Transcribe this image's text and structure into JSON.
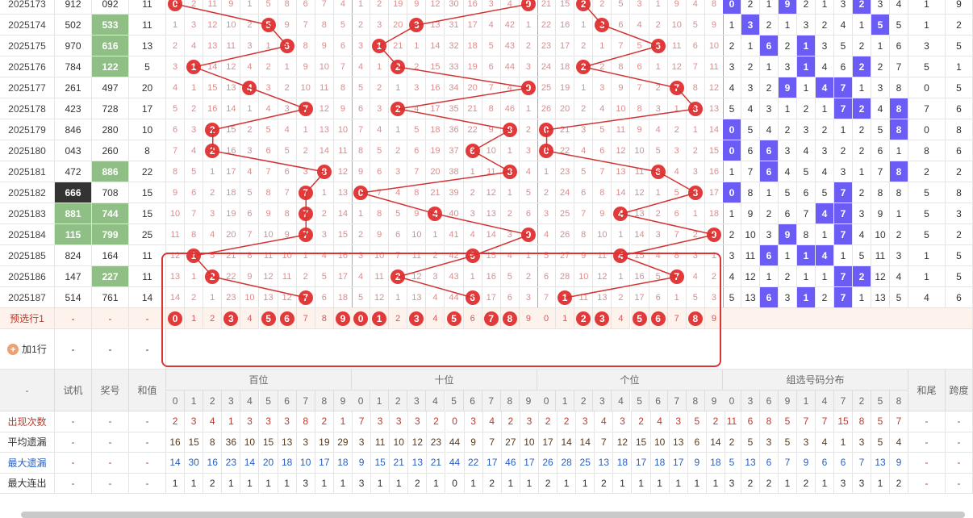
{
  "colors": {
    "ball": "#e23a3a",
    "blue_ball": "#6b5cf5",
    "green": "#8fbf84",
    "line": "#d33333"
  },
  "rows": [
    {
      "period": "2025173",
      "trial": "912",
      "prize": "092",
      "prize_style": "",
      "sum": "11",
      "bai": [
        "0",
        "2",
        "11",
        "9",
        "1",
        "5",
        "8",
        "6",
        "7",
        "4"
      ],
      "shi": [
        "1",
        "2",
        "19",
        "9",
        "12",
        "30",
        "16",
        "3",
        "4",
        "9"
      ],
      "ge": [
        "21",
        "15",
        "2",
        "2",
        "5",
        "3",
        "1",
        "9",
        "4",
        "8"
      ],
      "zu": [
        "0",
        "2",
        "1",
        "9",
        "2",
        "1",
        "3",
        "2",
        "3",
        "4"
      ],
      "tail": "1",
      "span": "9",
      "bai_hit": 0,
      "shi_hit": 9,
      "ge_hit": 2,
      "zu_hits": [
        0,
        3,
        7
      ]
    },
    {
      "period": "2025174",
      "trial": "502",
      "prize": "533",
      "prize_style": "grn",
      "sum": "11",
      "bai": [
        "1",
        "3",
        "12",
        "10",
        "2",
        "5",
        "9",
        "7",
        "8",
        "5"
      ],
      "shi": [
        "2",
        "3",
        "20",
        "3",
        "13",
        "31",
        "17",
        "4",
        "42",
        "1"
      ],
      "ge": [
        "22",
        "16",
        "1",
        "3",
        "6",
        "4",
        "2",
        "10",
        "5",
        "9"
      ],
      "zu": [
        "1",
        "3",
        "2",
        "1",
        "3",
        "2",
        "4",
        "1",
        "5",
        "5"
      ],
      "tail": "1",
      "span": "2",
      "bai_hit": 5,
      "shi_hit": 3,
      "ge_hit": 3,
      "zu_hits": [
        1,
        8
      ]
    },
    {
      "period": "2025175",
      "trial": "970",
      "prize": "616",
      "prize_style": "grn",
      "sum": "13",
      "bai": [
        "2",
        "4",
        "13",
        "11",
        "3",
        "1",
        "6",
        "8",
        "9",
        "6"
      ],
      "shi": [
        "3",
        "1",
        "21",
        "1",
        "14",
        "32",
        "18",
        "5",
        "43",
        "2"
      ],
      "ge": [
        "23",
        "17",
        "2",
        "1",
        "7",
        "5",
        "6",
        "11",
        "6",
        "10"
      ],
      "zu": [
        "2",
        "1",
        "6",
        "2",
        "1",
        "3",
        "5",
        "2",
        "1",
        "6"
      ],
      "tail": "3",
      "span": "5",
      "bai_hit": 6,
      "shi_hit": 1,
      "ge_hit": 6,
      "zu_hits": [
        2,
        4
      ]
    },
    {
      "period": "2025176",
      "trial": "784",
      "prize": "122",
      "prize_style": "grn",
      "sum": "5",
      "bai": [
        "3",
        "1",
        "14",
        "12",
        "4",
        "2",
        "1",
        "9",
        "10",
        "7"
      ],
      "shi": [
        "4",
        "1",
        "2",
        "2",
        "15",
        "33",
        "19",
        "6",
        "44",
        "3"
      ],
      "ge": [
        "24",
        "18",
        "2",
        "2",
        "8",
        "6",
        "1",
        "12",
        "7",
        "11"
      ],
      "zu": [
        "3",
        "2",
        "1",
        "3",
        "1",
        "4",
        "6",
        "2",
        "2",
        "7"
      ],
      "tail": "5",
      "span": "1",
      "bai_hit": 1,
      "shi_hit": 2,
      "ge_hit": 2,
      "zu_hits": [
        4,
        7
      ]
    },
    {
      "period": "2025177",
      "trial": "261",
      "prize": "497",
      "prize_style": "",
      "sum": "20",
      "bai": [
        "4",
        "1",
        "15",
        "13",
        "4",
        "3",
        "2",
        "10",
        "11",
        "8"
      ],
      "shi": [
        "5",
        "2",
        "1",
        "3",
        "16",
        "34",
        "20",
        "7",
        "4",
        "9"
      ],
      "ge": [
        "25",
        "19",
        "1",
        "3",
        "9",
        "7",
        "2",
        "7",
        "8",
        "12"
      ],
      "zu": [
        "4",
        "3",
        "2",
        "9",
        "1",
        "4",
        "7",
        "1",
        "3",
        "8"
      ],
      "tail": "0",
      "span": "5",
      "bai_hit": 4,
      "shi_hit": 9,
      "ge_hit": 7,
      "zu_hits": [
        3,
        5,
        6
      ]
    },
    {
      "period": "2025178",
      "trial": "423",
      "prize": "728",
      "prize_style": "",
      "sum": "17",
      "bai": [
        "5",
        "2",
        "16",
        "14",
        "1",
        "4",
        "3",
        "7",
        "12",
        "9"
      ],
      "shi": [
        "6",
        "3",
        "2",
        "4",
        "17",
        "35",
        "21",
        "8",
        "46",
        "1"
      ],
      "ge": [
        "26",
        "20",
        "2",
        "4",
        "10",
        "8",
        "3",
        "1",
        "8",
        "13"
      ],
      "zu": [
        "5",
        "4",
        "3",
        "1",
        "2",
        "1",
        "7",
        "2",
        "4",
        "8"
      ],
      "tail": "7",
      "span": "6",
      "bai_hit": 7,
      "shi_hit": 2,
      "ge_hit": 8,
      "zu_hits": [
        6,
        7,
        9
      ]
    },
    {
      "period": "2025179",
      "trial": "846",
      "prize": "280",
      "prize_style": "",
      "sum": "10",
      "bai": [
        "6",
        "3",
        "2",
        "15",
        "2",
        "5",
        "4",
        "1",
        "13",
        "10"
      ],
      "shi": [
        "7",
        "4",
        "1",
        "5",
        "18",
        "36",
        "22",
        "9",
        "8",
        "2"
      ],
      "ge": [
        "0",
        "21",
        "3",
        "5",
        "11",
        "9",
        "4",
        "2",
        "1",
        "14"
      ],
      "zu": [
        "0",
        "5",
        "4",
        "2",
        "3",
        "2",
        "1",
        "2",
        "5",
        "8"
      ],
      "tail": "0",
      "span": "8",
      "bai_hit": 2,
      "shi_hit": 8,
      "ge_hit": 0,
      "zu_hits": [
        0,
        9
      ]
    },
    {
      "period": "2025180",
      "trial": "043",
      "prize": "260",
      "prize_style": "",
      "sum": "8",
      "bai": [
        "7",
        "4",
        "2",
        "16",
        "3",
        "6",
        "5",
        "2",
        "14",
        "11"
      ],
      "shi": [
        "8",
        "5",
        "2",
        "6",
        "19",
        "37",
        "6",
        "10",
        "1",
        "3"
      ],
      "ge": [
        "0",
        "22",
        "4",
        "6",
        "12",
        "10",
        "5",
        "3",
        "2",
        "15"
      ],
      "zu": [
        "0",
        "6",
        "6",
        "3",
        "4",
        "3",
        "2",
        "2",
        "6",
        "1"
      ],
      "tail": "8",
      "span": "6",
      "bai_hit": 2,
      "shi_hit": 6,
      "ge_hit": 0,
      "zu_hits": [
        0,
        2
      ]
    },
    {
      "period": "2025181",
      "trial": "472",
      "prize": "886",
      "prize_style": "grn",
      "sum": "22",
      "bai": [
        "8",
        "5",
        "1",
        "17",
        "4",
        "7",
        "6",
        "3",
        "8",
        "12"
      ],
      "shi": [
        "9",
        "6",
        "3",
        "7",
        "20",
        "38",
        "1",
        "11",
        "8",
        "4"
      ],
      "ge": [
        "1",
        "23",
        "5",
        "7",
        "13",
        "11",
        "6",
        "4",
        "3",
        "16"
      ],
      "zu": [
        "1",
        "7",
        "6",
        "4",
        "5",
        "4",
        "3",
        "1",
        "7",
        "8"
      ],
      "tail": "2",
      "span": "2",
      "bai_hit": 8,
      "shi_hit": 8,
      "ge_hit": 6,
      "zu_hits": [
        2,
        9
      ]
    },
    {
      "period": "2025182",
      "trial": "666",
      "prize": "708",
      "prize_style": "",
      "trial_style": "blk",
      "sum": "15",
      "bai": [
        "9",
        "6",
        "2",
        "18",
        "5",
        "8",
        "7",
        "7",
        "1",
        "13"
      ],
      "shi": [
        "0",
        "7",
        "4",
        "8",
        "21",
        "39",
        "2",
        "12",
        "1",
        "5"
      ],
      "ge": [
        "2",
        "24",
        "6",
        "8",
        "14",
        "12",
        "1",
        "5",
        "8",
        "17"
      ],
      "zu": [
        "0",
        "8",
        "1",
        "5",
        "6",
        "5",
        "7",
        "2",
        "8",
        "8"
      ],
      "tail": "5",
      "span": "8",
      "bai_hit": 7,
      "shi_hit": 0,
      "ge_hit": 8,
      "zu_hits": [
        0,
        6
      ]
    },
    {
      "period": "2025183",
      "trial": "881",
      "prize": "744",
      "prize_style": "grn",
      "trial_style": "grn",
      "sum": "15",
      "bai": [
        "10",
        "7",
        "3",
        "19",
        "6",
        "9",
        "8",
        "7",
        "2",
        "14"
      ],
      "shi": [
        "1",
        "8",
        "5",
        "9",
        "4",
        "40",
        "3",
        "13",
        "2",
        "6"
      ],
      "ge": [
        "3",
        "25",
        "7",
        "9",
        "4",
        "13",
        "2",
        "6",
        "1",
        "18"
      ],
      "zu": [
        "1",
        "9",
        "2",
        "6",
        "7",
        "4",
        "7",
        "3",
        "9",
        "1"
      ],
      "tail": "5",
      "span": "3",
      "bai_hit": 7,
      "shi_hit": 4,
      "ge_hit": 4,
      "zu_hits": [
        5,
        6
      ]
    },
    {
      "period": "2025184",
      "trial": "115",
      "prize": "799",
      "prize_style": "grn",
      "trial_style": "grn",
      "sum": "25",
      "bai": [
        "11",
        "8",
        "4",
        "20",
        "7",
        "10",
        "9",
        "7",
        "3",
        "15"
      ],
      "shi": [
        "2",
        "9",
        "6",
        "10",
        "1",
        "41",
        "4",
        "14",
        "3",
        "9"
      ],
      "ge": [
        "4",
        "26",
        "8",
        "10",
        "1",
        "14",
        "3",
        "7",
        "2",
        "9"
      ],
      "zu": [
        "2",
        "10",
        "3",
        "9",
        "8",
        "1",
        "7",
        "4",
        "10",
        "2"
      ],
      "tail": "5",
      "span": "2",
      "bai_hit": 7,
      "shi_hit": 9,
      "ge_hit": 9,
      "zu_hits": [
        3,
        6
      ]
    },
    {
      "period": "2025185",
      "trial": "824",
      "prize": "164",
      "prize_style": "",
      "sum": "11",
      "bai": [
        "12",
        "1",
        "5",
        "21",
        "8",
        "11",
        "10",
        "1",
        "4",
        "16"
      ],
      "shi": [
        "3",
        "10",
        "7",
        "11",
        "2",
        "42",
        "6",
        "15",
        "4",
        "1"
      ],
      "ge": [
        "5",
        "27",
        "9",
        "11",
        "4",
        "15",
        "4",
        "8",
        "3",
        "1"
      ],
      "zu": [
        "3",
        "11",
        "6",
        "1",
        "1",
        "4",
        "1",
        "5",
        "11",
        "3"
      ],
      "tail": "1",
      "span": "5",
      "bai_hit": 1,
      "shi_hit": 6,
      "ge_hit": 4,
      "zu_hits": [
        2,
        4,
        5
      ]
    },
    {
      "period": "2025186",
      "trial": "147",
      "prize": "227",
      "prize_style": "grn",
      "sum": "11",
      "bai": [
        "13",
        "1",
        "2",
        "22",
        "9",
        "12",
        "11",
        "2",
        "5",
        "17"
      ],
      "shi": [
        "4",
        "11",
        "2",
        "12",
        "3",
        "43",
        "1",
        "16",
        "5",
        "2"
      ],
      "ge": [
        "6",
        "28",
        "10",
        "12",
        "1",
        "16",
        "5",
        "7",
        "4",
        "2"
      ],
      "zu": [
        "4",
        "12",
        "1",
        "2",
        "1",
        "1",
        "7",
        "2",
        "12",
        "4"
      ],
      "tail": "1",
      "span": "5",
      "bai_hit": 2,
      "shi_hit": 2,
      "ge_hit": 7,
      "zu_hits": [
        6,
        7
      ]
    },
    {
      "period": "2025187",
      "trial": "514",
      "prize": "761",
      "prize_style": "",
      "sum": "14",
      "bai": [
        "14",
        "2",
        "1",
        "23",
        "10",
        "13",
        "12",
        "7",
        "6",
        "18"
      ],
      "shi": [
        "5",
        "12",
        "1",
        "13",
        "4",
        "44",
        "6",
        "17",
        "6",
        "3"
      ],
      "ge": [
        "7",
        "1",
        "11",
        "13",
        "2",
        "17",
        "6",
        "1",
        "5",
        "3"
      ],
      "zu": [
        "5",
        "13",
        "6",
        "3",
        "1",
        "2",
        "7",
        "1",
        "13",
        "5"
      ],
      "tail": "4",
      "span": "6",
      "bai_hit": 7,
      "shi_hit": 6,
      "ge_hit": 1,
      "zu_hits": [
        2,
        4,
        6
      ]
    }
  ],
  "preselect": {
    "label": "预选行1",
    "dash": "-",
    "digits": [
      "0",
      "1",
      "2",
      "3",
      "4",
      "5",
      "6",
      "7",
      "8",
      "9"
    ],
    "bai_sel": [
      0,
      3,
      5,
      6,
      9
    ],
    "shi_sel": [
      0,
      1,
      3,
      5,
      7,
      8
    ],
    "ge_sel": [
      2,
      3,
      5,
      6,
      8
    ]
  },
  "addrow": {
    "icon": "+",
    "label": "加1行",
    "dash": "-"
  },
  "header": {
    "dash": "-",
    "trial": "试机",
    "prize": "奖号",
    "sum": "和值",
    "bai": "百位",
    "shi": "十位",
    "ge": "个位",
    "zu": "组选号码分布",
    "tail": "和尾",
    "span": "跨度",
    "digits": [
      "0",
      "1",
      "2",
      "3",
      "4",
      "5",
      "6",
      "7",
      "8",
      "9"
    ],
    "zu_digits": [
      "0",
      "3",
      "6",
      "9",
      "1",
      "4",
      "7",
      "2",
      "5",
      "8"
    ]
  },
  "stats": [
    {
      "label": "出现次数",
      "cls": "red",
      "vals": [
        "2",
        "3",
        "4",
        "1",
        "3",
        "3",
        "3",
        "8",
        "2",
        "1",
        "7",
        "3",
        "3",
        "3",
        "2",
        "0",
        "3",
        "4",
        "2",
        "3",
        "2",
        "2",
        "3",
        "4",
        "3",
        "2",
        "4",
        "3",
        "5",
        "2",
        "11",
        "6",
        "8",
        "5",
        "7",
        "7",
        "15",
        "8",
        "5",
        "7"
      ]
    },
    {
      "label": "平均遗漏",
      "cls": "dark",
      "vals": [
        "16",
        "15",
        "8",
        "36",
        "10",
        "15",
        "13",
        "3",
        "19",
        "29",
        "3",
        "11",
        "10",
        "12",
        "23",
        "44",
        "9",
        "7",
        "27",
        "10",
        "17",
        "14",
        "14",
        "7",
        "12",
        "15",
        "10",
        "13",
        "6",
        "14",
        "2",
        "5",
        "3",
        "5",
        "3",
        "4",
        "1",
        "3",
        "5",
        "4"
      ]
    },
    {
      "label": "最大遗漏",
      "cls": "blue",
      "vals": [
        "14",
        "30",
        "16",
        "23",
        "14",
        "20",
        "18",
        "10",
        "17",
        "18",
        "9",
        "15",
        "21",
        "13",
        "21",
        "44",
        "22",
        "17",
        "46",
        "17",
        "26",
        "28",
        "25",
        "13",
        "18",
        "17",
        "18",
        "17",
        "9",
        "18",
        "5",
        "13",
        "6",
        "7",
        "9",
        "6",
        "6",
        "7",
        "13",
        "9"
      ]
    },
    {
      "label": "最大连出",
      "cls": "gray",
      "vals": [
        "1",
        "1",
        "2",
        "1",
        "1",
        "1",
        "1",
        "3",
        "1",
        "1",
        "3",
        "1",
        "1",
        "2",
        "1",
        "0",
        "1",
        "2",
        "1",
        "1",
        "2",
        "1",
        "1",
        "2",
        "1",
        "1",
        "1",
        "1",
        "1",
        "1",
        "3",
        "2",
        "2",
        "1",
        "2",
        "1",
        "3",
        "3",
        "1",
        "2"
      ]
    }
  ]
}
